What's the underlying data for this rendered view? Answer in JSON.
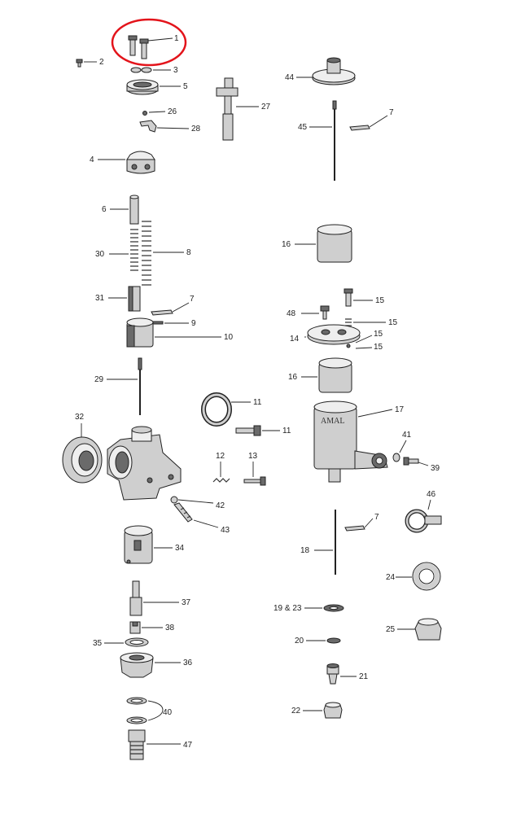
{
  "highlight": {
    "color": "#e3141b",
    "target_part": "1"
  },
  "labels": {
    "p1": "1",
    "p2": "2",
    "p3": "3",
    "p4": "4",
    "p5": "5",
    "p6": "6",
    "p7a": "7",
    "p7b": "7",
    "p7c": "7",
    "p8": "8",
    "p9": "9",
    "p10": "10",
    "p11a": "11",
    "p11b": "11",
    "p12": "12",
    "p13": "13",
    "p14": "14",
    "p15a": "15",
    "p15b": "15",
    "p15c": "15",
    "p15d": "15",
    "p16a": "16",
    "p16b": "16",
    "p17": "17",
    "p18": "18",
    "p1923": "19 & 23",
    "p20": "20",
    "p21": "21",
    "p22": "22",
    "p24": "24",
    "p25": "25",
    "p26": "26",
    "p27": "27",
    "p28": "28",
    "p29": "29",
    "p30": "30",
    "p31": "31",
    "p32": "32",
    "p34": "34",
    "p35": "35",
    "p36": "36",
    "p37": "37",
    "p38": "38",
    "p39": "39",
    "p40": "40",
    "p41": "41",
    "p42": "42",
    "p43": "43",
    "p44": "44",
    "p45": "45",
    "p46": "46",
    "p47": "47",
    "p48": "48"
  },
  "brand_mark": "AMAL"
}
